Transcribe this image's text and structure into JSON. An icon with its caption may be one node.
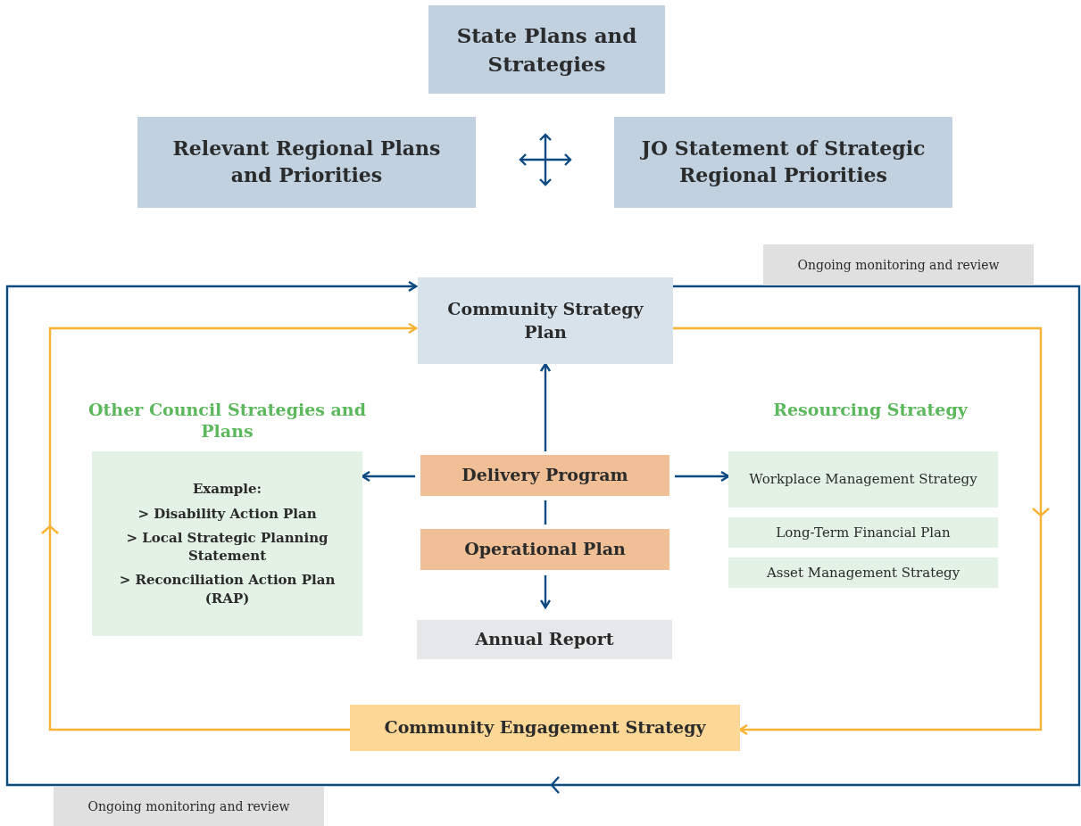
{
  "diagram": {
    "nodes": [
      {
        "text": [
          "State Plans and Strategies"
        ]
      },
      {
        "text": [
          "Relevant Regional Plans and Priorities"
        ]
      },
      {
        "text": [
          "JO Statement of Strategic Regional Priorities"
        ]
      },
      {
        "text": [
          "Community Strategy Plan"
        ]
      },
      {
        "text": [
          "Other Council Strategies and Plans",
          "Example:",
          "> Disability Action Plan",
          "> Local Strategic Planning Statement",
          "> Reconciliation Action Plan (RAP)"
        ]
      },
      {
        "text": [
          "Delivery Program"
        ]
      },
      {
        "text": [
          "Operational Plan"
        ]
      },
      {
        "text": [
          "Annual Report"
        ]
      },
      {
        "text": [
          "Workplace Management Strategy"
        ]
      },
      {
        "text": [
          "Long-Term Financial Plan"
        ]
      },
      {
        "text": [
          "Asset Management Strategy"
        ]
      },
      {
        "text": [
          "Ongoing monitoring and review"
        ]
      },
      {
        "text": [
          "Ongoing monitoring and review"
        ]
      },
      {
        "text": [
          "Community Engagement Strategy"
        ]
      }
    ],
    "edges": [
      {
        "from": 5,
        "to": 3,
        "arrow": "to"
      },
      {
        "from": 5,
        "to": 4,
        "arrow": "to"
      },
      {
        "from": 5,
        "to": 8,
        "arrow": "to"
      },
      {
        "from": 5,
        "to": 6,
        "arrow": "none"
      },
      {
        "from": 6,
        "to": 7,
        "arrow": "to"
      },
      {
        "from": 3,
        "to": 3,
        "arrow": "to"
      },
      {
        "from": 3,
        "to": 13,
        "arrow": "to",
        "color": "#f9b233"
      },
      {
        "from": 13,
        "to": 3,
        "arrow": "to",
        "color": "#f9b233"
      }
    ],
    "labels": [
      "Resourcing Strategy"
    ]
  }
}
